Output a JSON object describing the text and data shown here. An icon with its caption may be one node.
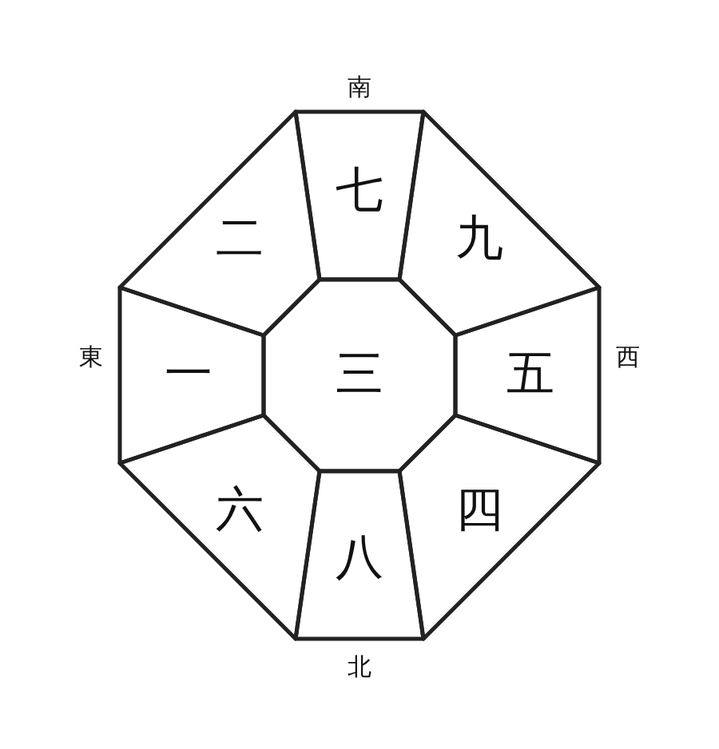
{
  "diagram": {
    "nodes": [
      {
        "text": [
          "七"
        ]
      },
      {
        "text": [
          "二"
        ]
      },
      {
        "text": [
          "九"
        ]
      },
      {
        "text": [
          "一"
        ]
      },
      {
        "text": [
          "三"
        ]
      },
      {
        "text": [
          "五"
        ]
      },
      {
        "text": [
          "六"
        ]
      },
      {
        "text": [
          "四"
        ]
      },
      {
        "text": [
          "八"
        ]
      }
    ],
    "labels": [
      "南",
      "東",
      "西",
      "北"
    ]
  }
}
